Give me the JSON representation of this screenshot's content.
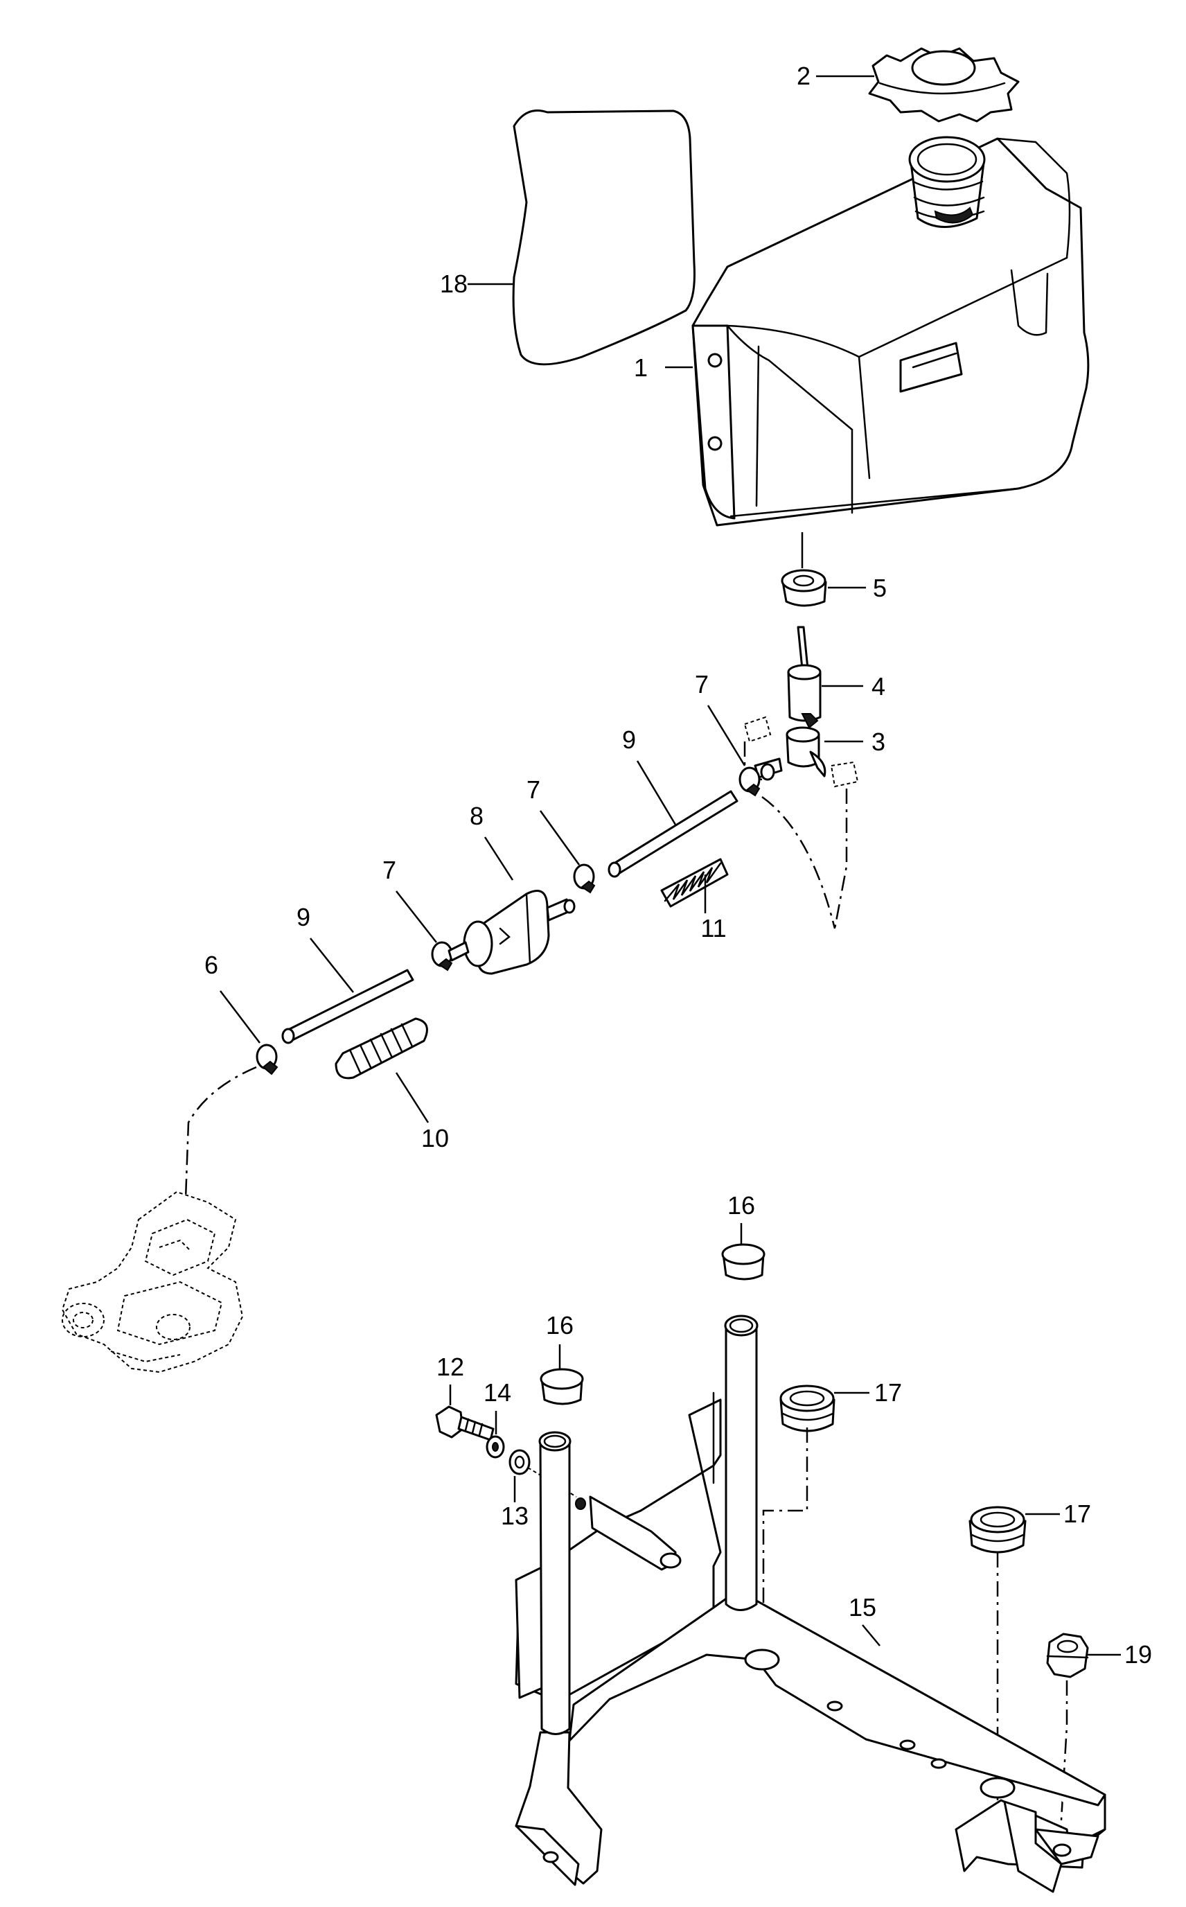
{
  "callouts": [
    {
      "id": "c1",
      "text": "1"
    },
    {
      "id": "c2",
      "text": "2"
    },
    {
      "id": "c3",
      "text": "3"
    },
    {
      "id": "c4",
      "text": "4"
    },
    {
      "id": "c5",
      "text": "5"
    },
    {
      "id": "c6",
      "text": "6"
    },
    {
      "id": "c7a",
      "text": "7"
    },
    {
      "id": "c7b",
      "text": "7"
    },
    {
      "id": "c7c",
      "text": "7"
    },
    {
      "id": "c8",
      "text": "8"
    },
    {
      "id": "c9a",
      "text": "9"
    },
    {
      "id": "c9b",
      "text": "9"
    },
    {
      "id": "c10",
      "text": "10"
    },
    {
      "id": "c11",
      "text": "11"
    },
    {
      "id": "c12",
      "text": "12"
    },
    {
      "id": "c13",
      "text": "13"
    },
    {
      "id": "c14",
      "text": "14"
    },
    {
      "id": "c15",
      "text": "15"
    },
    {
      "id": "c16a",
      "text": "16"
    },
    {
      "id": "c16b",
      "text": "16"
    },
    {
      "id": "c17a",
      "text": "17"
    },
    {
      "id": "c17b",
      "text": "17"
    },
    {
      "id": "c18",
      "text": "18"
    },
    {
      "id": "c19",
      "text": "19"
    }
  ]
}
